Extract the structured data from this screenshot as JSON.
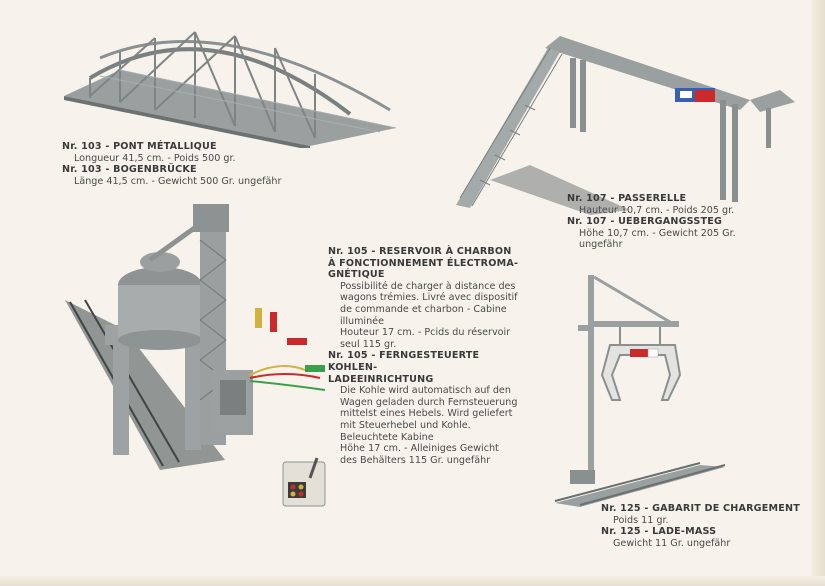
{
  "items": {
    "item_103": {
      "fr_title": "Nr. 103 - PONT MÉTALLIQUE",
      "fr_desc": "Longueur 41,5 cm. - Poids 500 gr.",
      "de_title": "Nr. 103 - BOGENBRÜCKE",
      "de_desc": "Länge 41,5 cm. - Gewicht 500 Gr. ungefähr"
    },
    "item_107": {
      "fr_title": "Nr. 107 - PASSERELLE",
      "fr_desc": "Hauteur 10,7 cm. - Poids 205 gr.",
      "de_title": "Nr. 107 - UEBERGANGSSTEG",
      "de_desc_1": "Höhe 10,7 cm. - Gewicht 205 Gr.",
      "de_desc_2": "ungefähr"
    },
    "item_105": {
      "fr_title_1": "Nr. 105 - RESERVOIR À CHARBON",
      "fr_title_2": "À FONCTIONNEMENT ÉLECTROMA-",
      "fr_title_3": "GNÉTIQUE",
      "fr_desc_1": "Possibilité de charger à distance des",
      "fr_desc_2": "wagons trémies. Livré avec dispositif",
      "fr_desc_3": "de commande et charbon - Cabine",
      "fr_desc_4": "illuminée",
      "fr_desc_5": "Houteur 17 cm. - Pcids du réservoir",
      "fr_desc_6": "seul 115 gr.",
      "de_title_1": "Nr. 105 - FERNGESTEUERTE KOHLEN-",
      "de_title_2": "LADEEINRICHTUNG",
      "de_desc_1": "Die Kohle wird automatisch auf den",
      "de_desc_2": "Wagen geladen durch Fernsteuerung",
      "de_desc_3": "mittelst eines Hebels. Wird geliefert",
      "de_desc_4": "mit Steuerhebel und Kohle.",
      "de_desc_5": "Beleuchtete Kabine",
      "de_desc_6": "Höhe 17 cm. - Alleiniges Gewicht",
      "de_desc_7": "des Behälters 115 Gr. ungefähr"
    },
    "item_125": {
      "fr_title": "Nr. 125 - GABARIT DE CHARGEMENT",
      "fr_desc": "Poids 11 gr.",
      "de_title": "Nr. 125 - LADE-MASS",
      "de_desc": "Gewicht 11 Gr. ungefähr"
    }
  },
  "colors": {
    "paper": "#f7f3ec",
    "text": "#4a4a4a",
    "metal": "#8a8f90",
    "sign_red": "#cc2a2a",
    "sign_blue": "#3a5fb0"
  }
}
